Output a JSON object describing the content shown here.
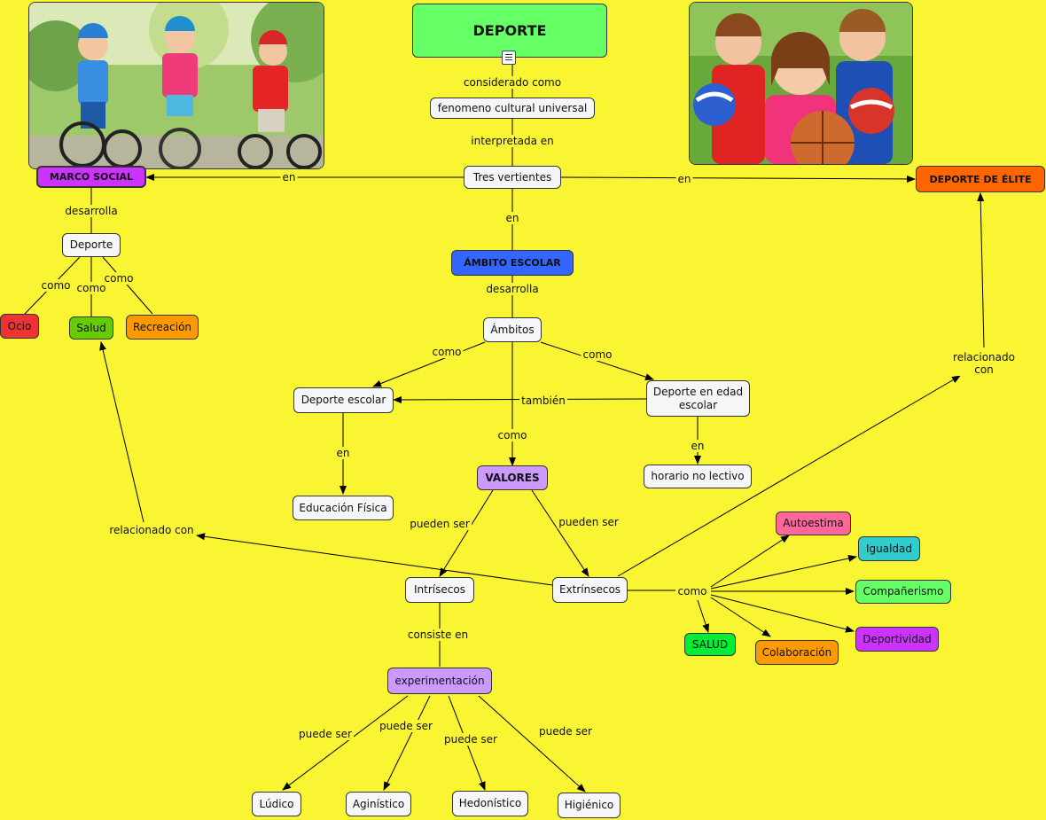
{
  "nodes": {
    "deporte_main": {
      "label": "DEPORTE",
      "color": "#66FF66"
    },
    "fenomeno": {
      "label": "fenomeno cultural universal"
    },
    "tres": {
      "label": "Tres vertientes"
    },
    "marco": {
      "label": "MARCO SOCIAL",
      "color": "#CC33FF"
    },
    "elite": {
      "label": "DEPORTE DE ÉLITE",
      "color": "#FF6600"
    },
    "ambito_escolar": {
      "label": "ÁMBITO ESCOLAR",
      "color": "#3366FF"
    },
    "deporte_sub": {
      "label": "Deporte"
    },
    "ocio": {
      "label": "Ocio",
      "color": "#EE3333"
    },
    "salud": {
      "label": "Salud",
      "color": "#66CC00"
    },
    "recreacion": {
      "label": "Recreación",
      "color": "#FF9900"
    },
    "ambitos": {
      "label": "Ámbitos"
    },
    "dep_escolar": {
      "label": "Deporte escolar"
    },
    "dep_edad": {
      "label": "Deporte en edad escolar"
    },
    "horario": {
      "label": "horario no lectivo"
    },
    "ed_fisica": {
      "label": "Educación Física"
    },
    "valores": {
      "label": "VALORES",
      "color": "#CC99FF"
    },
    "intrinsecos": {
      "label": "Intrísecos"
    },
    "extrinsecos": {
      "label": "Extrínsecos"
    },
    "experimentacion": {
      "label": "experimentación",
      "color": "#CC99FF"
    },
    "ludico": {
      "label": "Lúdico"
    },
    "aginistico": {
      "label": "Aginístico"
    },
    "hedonistico": {
      "label": "Hedonístico"
    },
    "higienico": {
      "label": "Higiénico"
    },
    "autoestima": {
      "label": "Autoestima",
      "color": "#FF6699"
    },
    "igualdad": {
      "label": "Igualdad",
      "color": "#33CCCC"
    },
    "companerismo": {
      "label": "Compañerismo",
      "color": "#66FF66"
    },
    "deportividad": {
      "label": "Deportividad",
      "color": "#CC33FF"
    },
    "colaboracion": {
      "label": "Colaboración",
      "color": "#FF9900"
    },
    "salud2": {
      "label": "SALUD",
      "color": "#00EE33"
    }
  },
  "link_labels": {
    "considerado": "considerado como",
    "interpretada": "interpretada en",
    "en_left": "en",
    "en_right": "en",
    "en_down": "en",
    "desarrolla_marco": "desarrolla",
    "como_ocio": "como",
    "como_salud": "como",
    "como_recreacion": "como",
    "desarrolla_ambito": "desarrolla",
    "como_left": "como",
    "como_right": "como",
    "tambien": "también",
    "como_valores": "como",
    "en_ed": "en",
    "en_horario": "en",
    "pueden_ser_left": "pueden ser",
    "pueden_ser_right": "pueden ser",
    "relacionado_con_left": "relacionado con",
    "relacionado_con_right": "relacionado\ncon",
    "consiste_en": "consiste en",
    "puede_ser_1": "puede ser",
    "puede_ser_2": "puede ser",
    "puede_ser_3": "puede ser",
    "puede_ser_4": "puede ser",
    "como_values": "como"
  },
  "images": {
    "left_photo": "children-on-bicycles",
    "right_photo": "children-with-balls"
  },
  "icons": {
    "resource": "document-icon"
  }
}
